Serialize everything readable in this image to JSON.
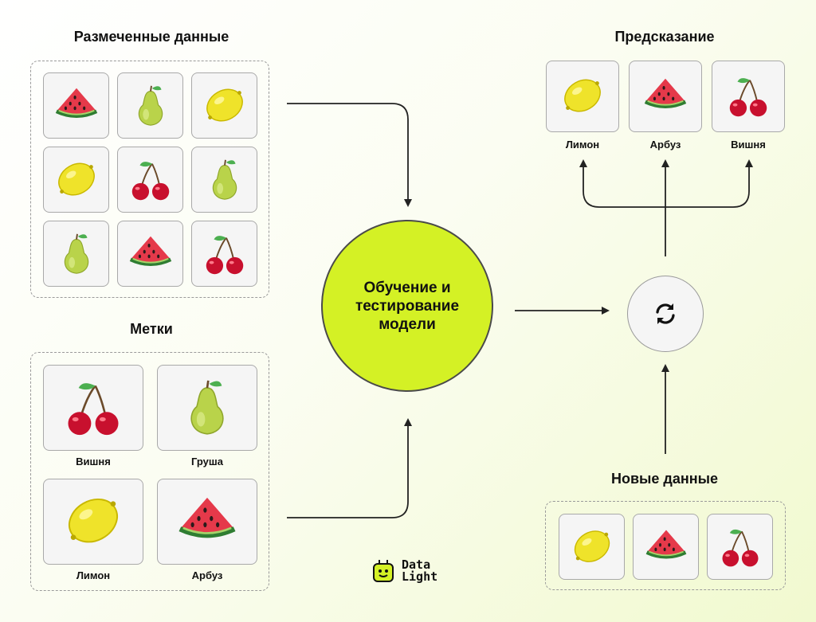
{
  "labeled": {
    "title": "Размеченные данные",
    "grid": [
      "watermelon",
      "pear",
      "lemon",
      "lemon",
      "cherry",
      "pear",
      "pear",
      "watermelon",
      "cherry"
    ]
  },
  "labels_section": {
    "title": "Метки",
    "items": [
      {
        "fruit": "cherry",
        "label": "Вишня"
      },
      {
        "fruit": "pear",
        "label": "Груша"
      },
      {
        "fruit": "lemon",
        "label": "Лимон"
      },
      {
        "fruit": "watermelon",
        "label": "Арбуз"
      }
    ]
  },
  "model": {
    "label": "Обучение и тестирование модели"
  },
  "prediction": {
    "title": "Предсказание",
    "items": [
      {
        "fruit": "lemon",
        "label": "Лимон"
      },
      {
        "fruit": "watermelon",
        "label": "Арбуз"
      },
      {
        "fruit": "cherry",
        "label": "Вишня"
      }
    ]
  },
  "new_data": {
    "title": "Новые данные",
    "items": [
      "lemon",
      "watermelon",
      "cherry"
    ]
  },
  "sync_icon": "refresh-icon",
  "brand": {
    "line1": "Data",
    "line2": "Light"
  },
  "colors": {
    "accent": "#d4f125",
    "line": "#222222"
  }
}
